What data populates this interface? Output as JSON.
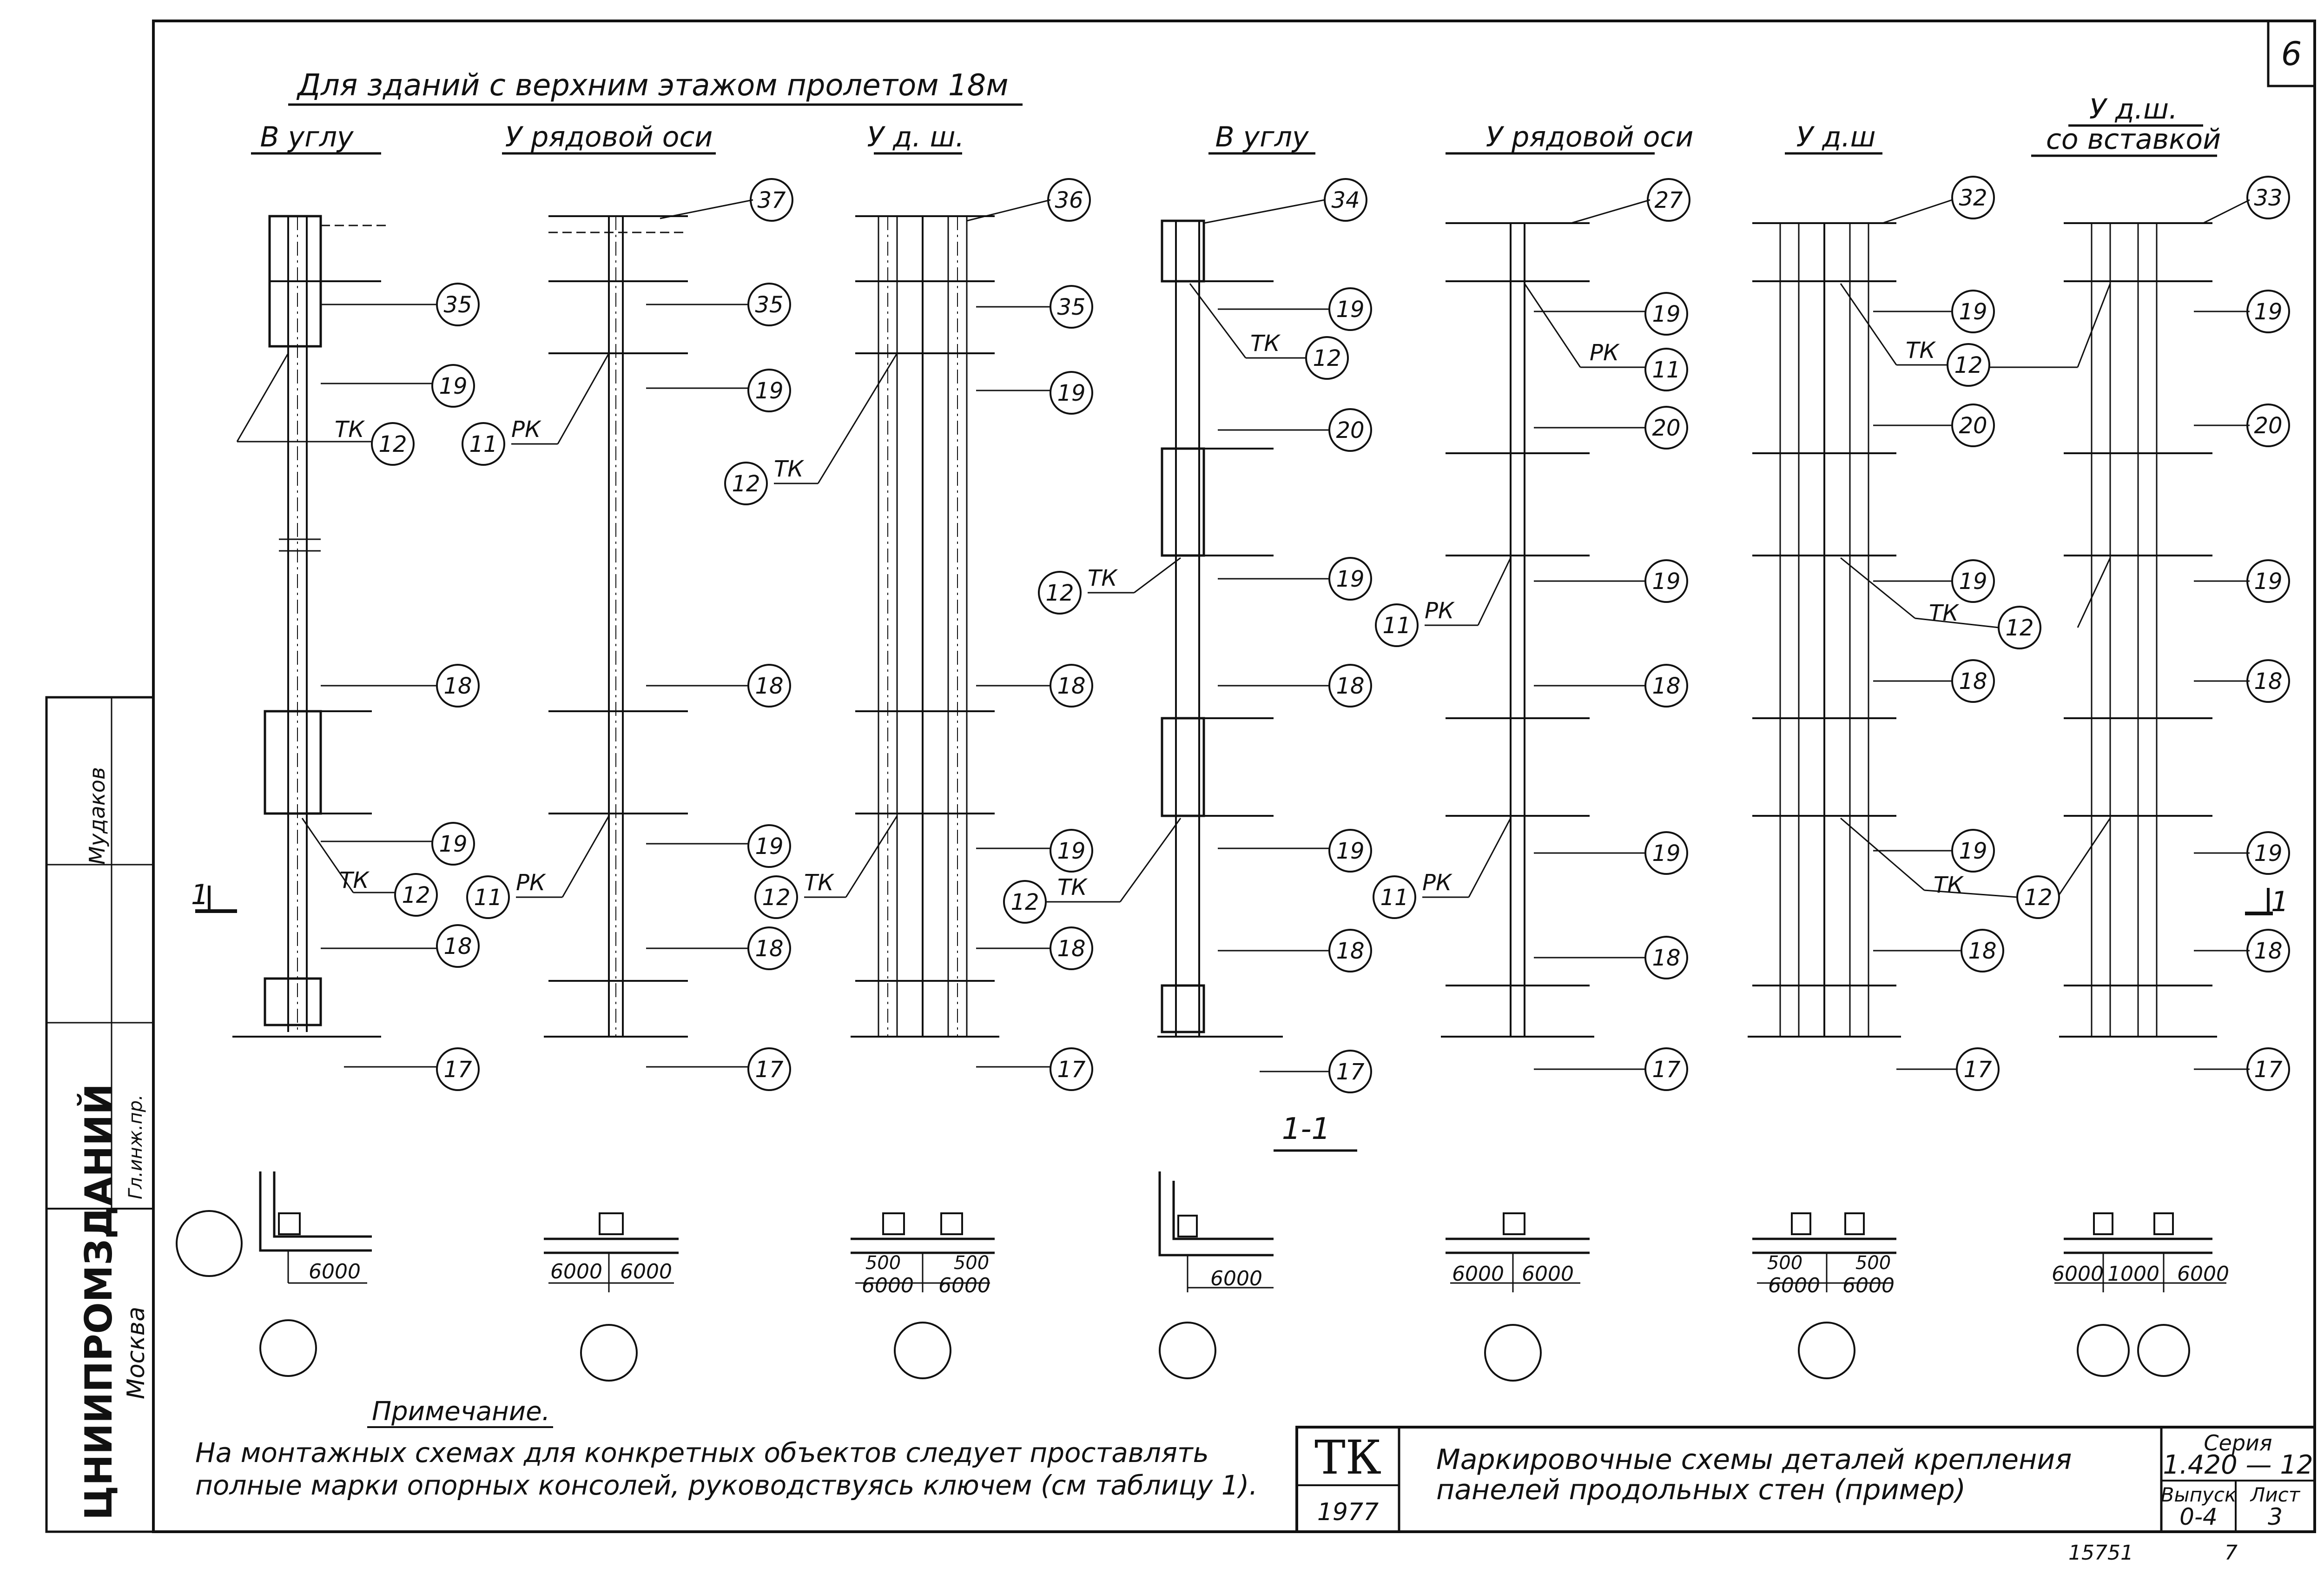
{
  "sheet_number": "6",
  "heading": "Для зданий с верхним этажом пролетом 18м",
  "columns": [
    {
      "label": "В углу",
      "marks": [
        "35",
        "19",
        "ТК",
        "12",
        "18",
        "19",
        "ТК",
        "12",
        "18",
        "17"
      ]
    },
    {
      "label": "У рядовой оси",
      "marks": [
        "37",
        "35",
        "19",
        "11",
        "РК",
        "18",
        "19",
        "11",
        "РК",
        "18",
        "17"
      ]
    },
    {
      "label": "У д. ш.",
      "marks": [
        "36",
        "35",
        "19",
        "12",
        "ТК",
        "18",
        "19",
        "12",
        "ТК",
        "18",
        "17"
      ]
    },
    {
      "label": "В углу",
      "marks": [
        "34",
        "19",
        "ТК",
        "12",
        "20",
        "12",
        "ТК",
        "19",
        "18",
        "19",
        "12",
        "ТК",
        "18",
        "17"
      ]
    },
    {
      "label": "У рядовой оси",
      "marks": [
        "27",
        "19",
        "РК",
        "11",
        "20",
        "11",
        "РК",
        "19",
        "18",
        "19",
        "11",
        "РК",
        "18",
        "17"
      ]
    },
    {
      "label": "У д.ш",
      "marks": [
        "32",
        "19",
        "ТК",
        "12",
        "20",
        "19",
        "ТК",
        "12",
        "18",
        "19",
        "ТК",
        "12",
        "18",
        "17"
      ]
    },
    {
      "label_line1": "У д.ш.",
      "label": "со вставкой",
      "marks": [
        "33",
        "19",
        "20",
        "19",
        "12",
        "18",
        "19",
        "12",
        "18",
        "17"
      ]
    }
  ],
  "section_label": "1-1",
  "section_mark": "1",
  "plan_dims": {
    "p1": [
      "6000"
    ],
    "p2": [
      "6000",
      "6000"
    ],
    "p3": [
      "500",
      "500",
      "6000",
      "6000"
    ],
    "p4": [
      "6000"
    ],
    "p5": [
      "6000",
      "6000"
    ],
    "p6": [
      "500",
      "500",
      "6000",
      "6000"
    ],
    "p7": [
      "6000",
      "1000",
      "6000"
    ]
  },
  "note": {
    "title": "Примечание.",
    "line1": "На монтажных схемах для конкретных объектов следует проставлять",
    "line2": "полные марки опорных консолей, руководствуясь ключем (см таблицу 1)."
  },
  "title_block": {
    "logo": "ТК",
    "year": "1977",
    "title_line1": "Маркировочные схемы деталей крепления",
    "title_line2": "панелей продольных стен (пример)",
    "series_label": "Серия",
    "series_value": "1.420 — 12",
    "issue_label": "Выпуск",
    "issue_value": "0-4",
    "sheet_label": "Лист",
    "sheet_value": "3"
  },
  "footer": {
    "inv_number": "15751",
    "page": "7"
  },
  "side_stamp": {
    "org": "ЦНИИПРОМЗДАНИЙ",
    "city": "Москва",
    "names": [
      "Мудаков",
      "Гл.инж.пр."
    ]
  }
}
